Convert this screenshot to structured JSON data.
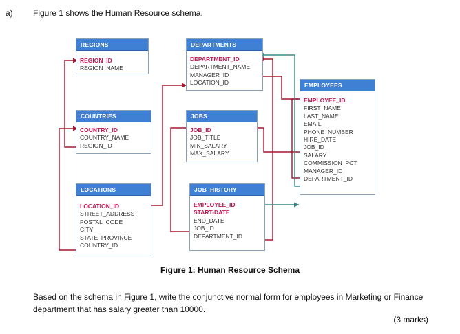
{
  "question": {
    "label": "a)",
    "intro": "Figure 1 shows the Human Resource schema.",
    "caption": "Figure 1: Human Resource Schema",
    "task": "Based on the schema in Figure 1, write the conjunctive normal form for employees in Marketing or Finance department that has salary greater than 10000.",
    "marks": "(3 marks)"
  },
  "tables": {
    "regions": {
      "title": "REGIONS",
      "fields": [
        "REGION_ID",
        "REGION_NAME"
      ]
    },
    "countries": {
      "title": "COUNTRIES",
      "fields": [
        "COUNTRY_ID",
        "COUNTRY_NAME",
        "REGION_ID"
      ]
    },
    "locations": {
      "title": "LOCATIONS",
      "fields": [
        "LOCATION_ID",
        "STREET_ADDRESS",
        "POSTAL_CODE",
        "CITY",
        "STATE_PROVINCE",
        "COUNTRY_ID"
      ]
    },
    "departments": {
      "title": "DEPARTMENTS",
      "fields": [
        "DEPARTMENT_ID",
        "DEPARTMENT_NAME",
        "MANAGER_ID",
        "LOCATION_ID"
      ]
    },
    "jobs": {
      "title": "JOBS",
      "fields": [
        "JOB_ID",
        "JOB_TITLE",
        "MIN_SALARY",
        "MAX_SALARY"
      ]
    },
    "job_history": {
      "title": "JOB_HISTORY",
      "fields": [
        "EMPLOYEE_ID",
        "START-DATE",
        "END_DATE",
        "JOB_ID",
        "DEPARTMENT_ID"
      ]
    },
    "employees": {
      "title": "EMPLOYEES",
      "fields": [
        "EMPLOYEE_ID",
        "FIRST_NAME",
        "LAST_NAME",
        "EMAIL",
        "PHONE_NUMBER",
        "HIRE_DATE",
        "JOB_ID",
        "SALARY",
        "COMMISSION_PCT",
        "MANAGER_ID",
        "DEPARTMENT_ID"
      ]
    }
  },
  "colors": {
    "header": "#3f80d5",
    "key_text": "#c0184e",
    "link_red": "#a3172f",
    "link_teal": "#3c8a8a"
  }
}
